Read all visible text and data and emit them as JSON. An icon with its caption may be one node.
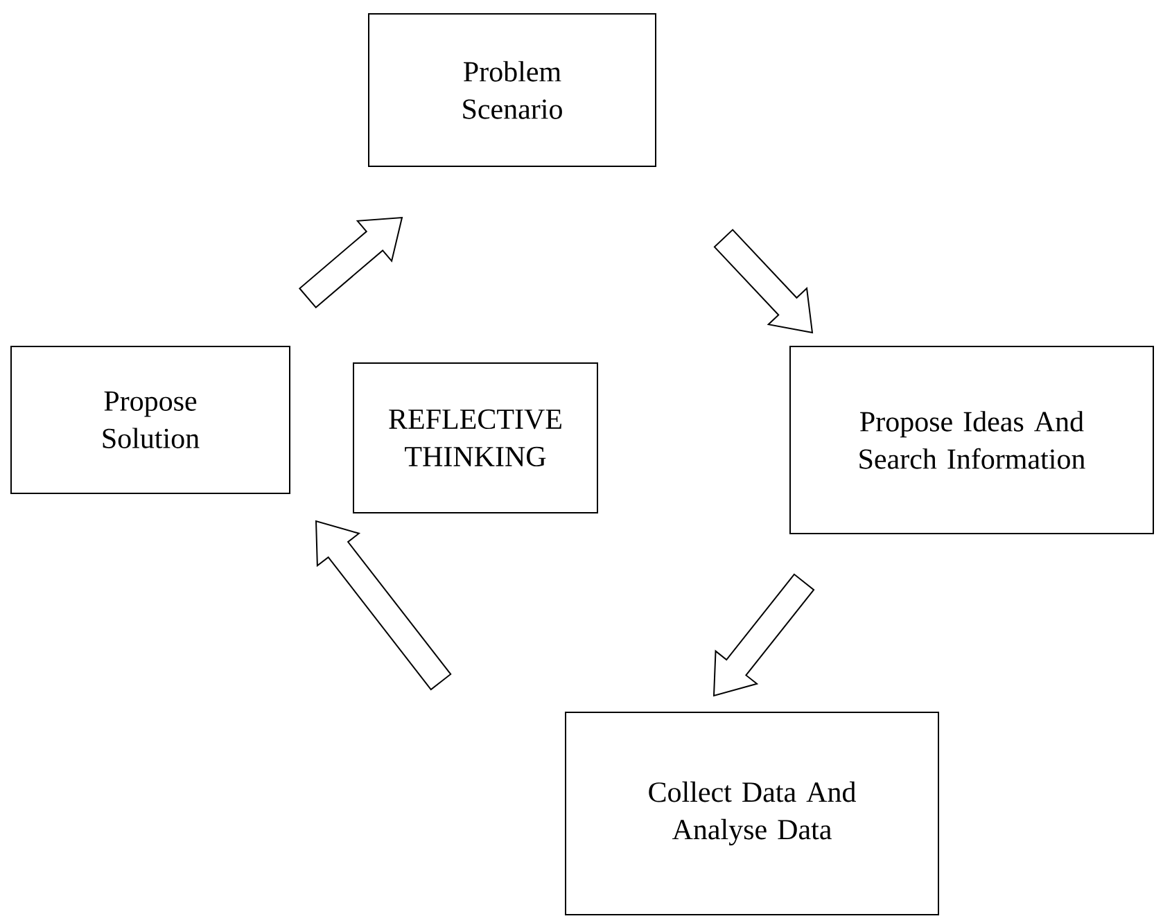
{
  "diagram": {
    "nodes": [
      {
        "text": [
          "Problem Scenario"
        ]
      },
      {
        "text": [
          "Propose Ideas And Search Information"
        ]
      },
      {
        "text": [
          "Collect Data And Analyse Data"
        ]
      },
      {
        "text": [
          "Propose Solution"
        ]
      },
      {
        "text": [
          "REFLECTIVE THINKING"
        ]
      }
    ],
    "edges": [
      {
        "from": 0,
        "to": 1,
        "arrow": "to"
      },
      {
        "from": 1,
        "to": 2,
        "arrow": "to"
      },
      {
        "from": 2,
        "to": 3,
        "arrow": "to"
      },
      {
        "from": 3,
        "to": 0,
        "arrow": "to"
      }
    ]
  }
}
